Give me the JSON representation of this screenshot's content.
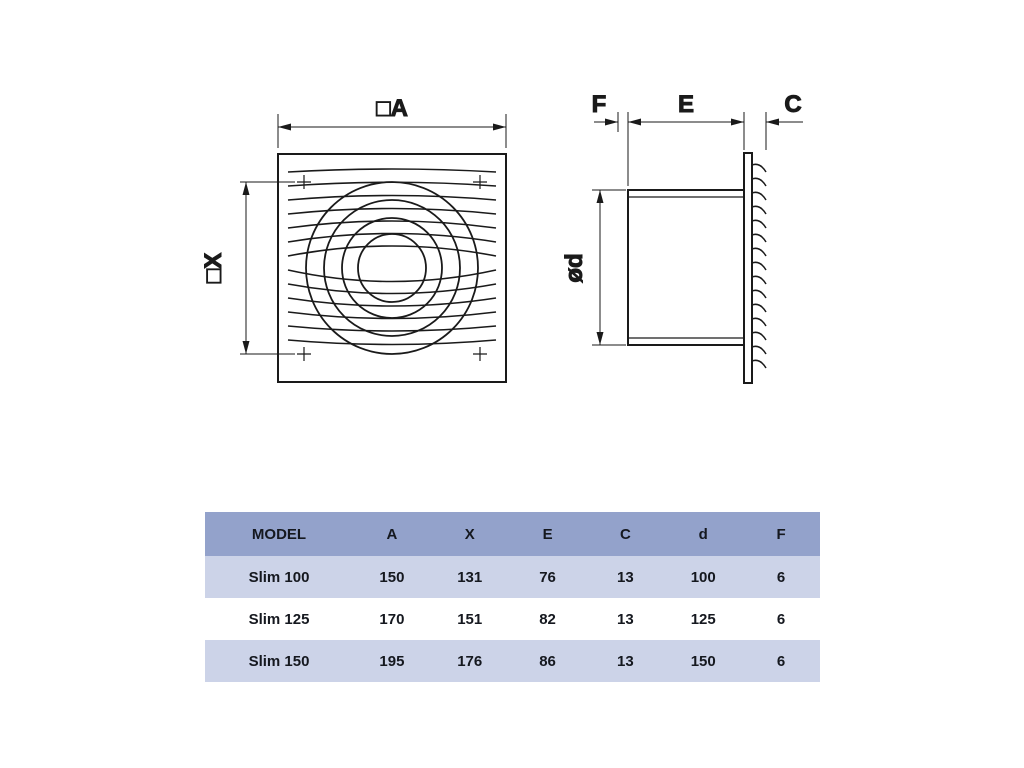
{
  "diagram": {
    "front_view": {
      "width_label": "□A",
      "height_label": "□X"
    },
    "side_view": {
      "f_label": "F",
      "e_label": "E",
      "c_label": "C",
      "diameter_label": "ød"
    }
  },
  "table": {
    "headers": [
      "MODEL",
      "A",
      "X",
      "E",
      "C",
      "d",
      "F"
    ],
    "rows": [
      [
        "Slim 100",
        "150",
        "131",
        "76",
        "13",
        "100",
        "6"
      ],
      [
        "Slim 125",
        "170",
        "151",
        "82",
        "13",
        "125",
        "6"
      ],
      [
        "Slim 150",
        "195",
        "176",
        "86",
        "13",
        "150",
        "6"
      ]
    ]
  },
  "colors": {
    "table_header_bg": "#93a2cb",
    "table_row_alt_bg": "#ccd3e8",
    "table_row_bg": "#ffffff",
    "line_color": "#1a1a1a"
  }
}
